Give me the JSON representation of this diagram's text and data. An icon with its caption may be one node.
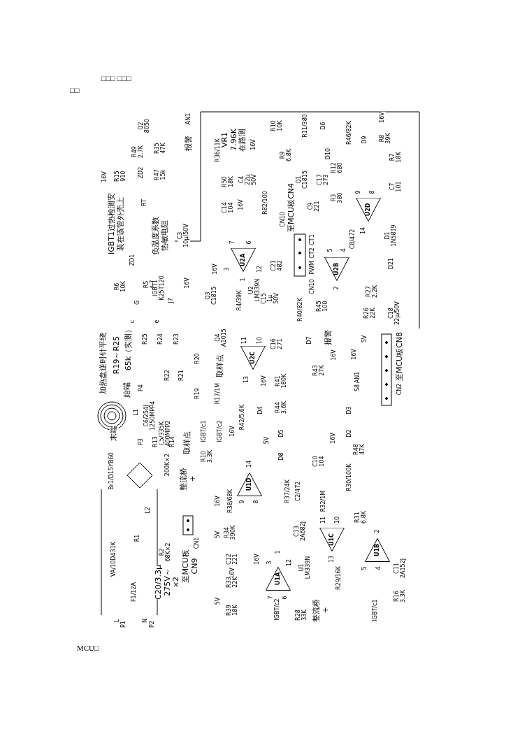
{
  "diagram": {
    "nodes": [
      {
        "text": [
          "U2D"
        ]
      },
      {
        "text": [
          "U2A"
        ]
      },
      {
        "text": [
          "U2B"
        ]
      },
      {
        "text": [
          "U2C"
        ]
      },
      {
        "text": [
          "U1D"
        ]
      },
      {
        "text": [
          "U1C"
        ]
      },
      {
        "text": [
          "U1B"
        ]
      },
      {
        "text": [
          "U1A"
        ]
      }
    ],
    "labels": [
      "□□□ □□□",
      "□□",
      "Q2 8050",
      "AN1",
      "报警",
      "VR1 7.96K 在路测",
      "R10 10K",
      "R11/380",
      "D6",
      "16V",
      "R46/82K",
      "D9",
      "R8 39K",
      "16V",
      "R49 2.7K",
      "R35 47K",
      "R36/11K",
      "R9 6.8K",
      "D10",
      "R7 18K",
      "R12 680",
      "16V",
      "R15 910",
      "ZD2",
      "R47 15k",
      "R50 18K",
      "C4 22μ 50V",
      "Q1 C1815",
      "C17 273",
      "C7 101",
      "9",
      "8",
      "R3 380",
      "RT",
      "C14 104",
      "16V",
      "R82/100",
      "至MCU板CN4",
      "C9 221",
      "CN10",
      "IGBT1过热检测安装在该管外壳上",
      "负温度系数热敏电阻",
      "C3 10μ/50V",
      "7",
      "6",
      "CT1",
      "C8/472",
      "14",
      "D1 1N5819",
      "CT2",
      "5",
      "4",
      "ZD1",
      "16V",
      "3",
      "12",
      "C21 482",
      "PWM",
      "D21",
      "1",
      "R6 10K",
      "R5 4.7",
      "16V",
      "U2 LM339N",
      "CN10",
      "IGBT1 K25T120",
      "2",
      "R27 2.2K",
      "Q3 C1815",
      "J7",
      "G",
      "R4/39K",
      "C15 1μ 50V",
      "R45 100",
      "R40/82K",
      "R26 22K",
      "C18 22μ/50V",
      "c",
      "e",
      "加热盘逆时针平绕",
      "R19～R25",
      "65k（实测）",
      "R25",
      "R24",
      "R23",
      "Q4 A1015",
      "11",
      "10",
      "C16 271",
      "D7",
      "报警",
      "5V",
      "R20",
      "取样点",
      "16V",
      "16V",
      "至MCU板CN8",
      "R43 27K",
      "R22",
      "R21",
      "AN1",
      "13",
      "16V",
      "R41 180K",
      "始端",
      "P4",
      "R19",
      "R17/1M",
      "S8",
      "CN2",
      "L1",
      "C6/254J 1250MPP4",
      "R42/5.6K",
      "D4",
      "R44 3.6K",
      "D3",
      "末端",
      "C5/335K 400MPP2",
      "IGBT/c1",
      "IGBT/c2",
      "16V",
      "D5",
      "16V",
      "D2",
      "P3",
      "R13",
      "R14",
      "取样点",
      "5V",
      "R48 47K",
      "Br1/D15YB60",
      "200K×2",
      "R10 3.3K",
      "14",
      "D8",
      "C10 104",
      "整流桥+",
      "R30/100K",
      "R37/24K",
      "C2/472",
      "16V",
      "R38/68K",
      "9",
      "8",
      "R32/1M",
      "L2",
      "11",
      "10",
      "R31 6.8K",
      "C13 2A682J",
      "2",
      "VA/10D431K",
      "R1",
      "5V",
      "R34 390K",
      "R2 68K×2",
      "CN1",
      "1",
      "至MCU板 CN9",
      "C12 221",
      "16V",
      "3",
      "12",
      "U1 LM339N",
      "13",
      "5",
      "4",
      "C11 2A152J",
      "C20/3.3μ 275V～×2",
      "16V",
      "R33 22K",
      "R29/16K",
      "F1/12A",
      "5V",
      "7",
      "6",
      "R16 3.3K",
      "R39 18K",
      "IGBT/c2",
      "R28 33K",
      "整流桥+",
      "IGBT/c1",
      "L",
      "P1",
      "N",
      "P2",
      "MCU□"
    ]
  }
}
